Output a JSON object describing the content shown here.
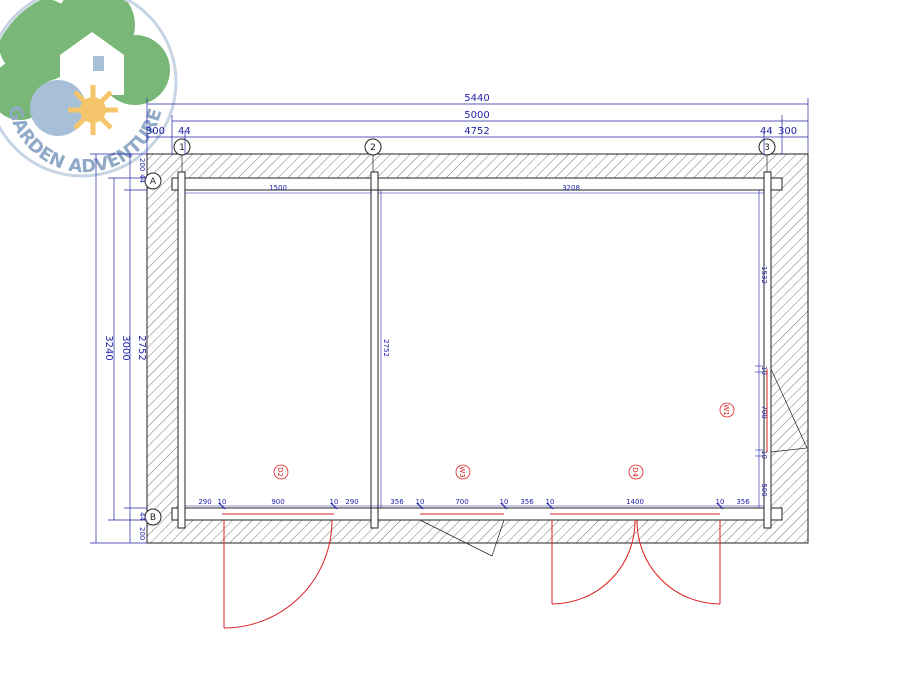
{
  "logo": {
    "text": "GARDEN ADVENTURE"
  },
  "dimensions": {
    "top": {
      "total": "5440",
      "base": "5000",
      "internal": "4752",
      "left_overhang": "300",
      "left_wall": "44",
      "right_wall": "44",
      "right_overhang": "300"
    },
    "left": {
      "total": "3240",
      "base": "3000",
      "internal": "2752",
      "top_overhang": "200",
      "top_wall": "44",
      "bottom_wall": "44",
      "bottom_overhang": "200"
    },
    "room": {
      "left_width": "1500",
      "right_width": "3208",
      "partition_height": "2752"
    },
    "right_wall": {
      "seg_a": "1532",
      "gap_a": "10",
      "window": "700",
      "gap_b": "10",
      "seg_b": "500"
    },
    "bottom": [
      "290",
      "10",
      "900",
      "10",
      "290",
      "356",
      "10",
      "700",
      "10",
      "356",
      "10",
      "1400",
      "10",
      "356"
    ]
  },
  "grid": {
    "cols": [
      "1",
      "2",
      "3"
    ],
    "rows": [
      "A",
      "B"
    ]
  },
  "openings": {
    "D2": "D2",
    "W3": "W3",
    "D4": "D4",
    "W1": "W1"
  },
  "colors": {
    "wall": "#222222",
    "hatch": "#555555",
    "dimension": "#2222aa",
    "opening": "#dd2222",
    "logo_green": "#79b779",
    "logo_blue": "#a8bfd8",
    "logo_sun": "#f5c56c"
  }
}
